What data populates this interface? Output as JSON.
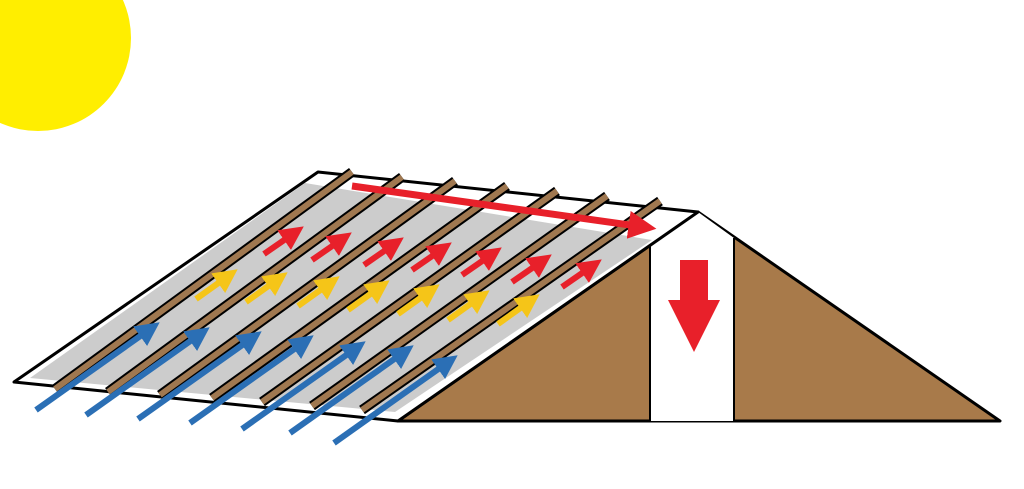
{
  "colors": {
    "sun": "#ffee00",
    "roof_surface": "#cccccc",
    "battens": "#a07850",
    "gable_wall": "#a87a4a",
    "outline": "#000000",
    "cool_air": "#2b6fb5",
    "warm_air": "#f5c518",
    "hot_air": "#e8202a",
    "ridge_vent": "#ffffff"
  },
  "icons": {
    "sun": "sun-icon",
    "cool_air": "blue-arrow-icon",
    "warm_air": "yellow-arrow-icon",
    "hot_air": "red-arrow-icon",
    "exhaust": "down-arrow-icon"
  },
  "diagram": {
    "batten_count": 7,
    "airflow_rows": 3,
    "airflow_per_row": 7
  }
}
